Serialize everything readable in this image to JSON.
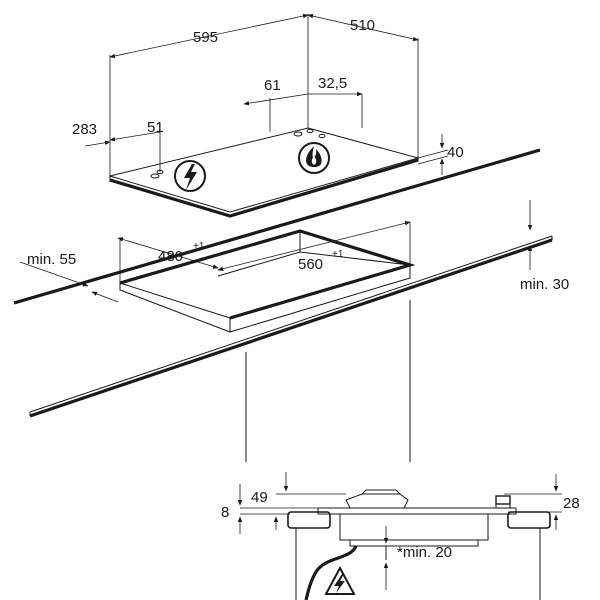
{
  "hob": {
    "width": "595",
    "depth": "510",
    "burner_offset_x": "61",
    "burner_offset_y": "32,5",
    "socket_offset_x": "283",
    "socket_offset_y": "51",
    "height": "40"
  },
  "cutout": {
    "depth": "480",
    "depth_tol": "+1",
    "width": "560",
    "width_tol": "+1",
    "min_front": "min. 55",
    "min_side": "min. 30"
  },
  "section": {
    "depth_below": "49",
    "worktop_gap": "8",
    "top_height": "28",
    "min_clearance": "*min. 20"
  },
  "icons": [
    "electric-warning-icon",
    "gas-flame-icon",
    "electric-warning-icon"
  ]
}
